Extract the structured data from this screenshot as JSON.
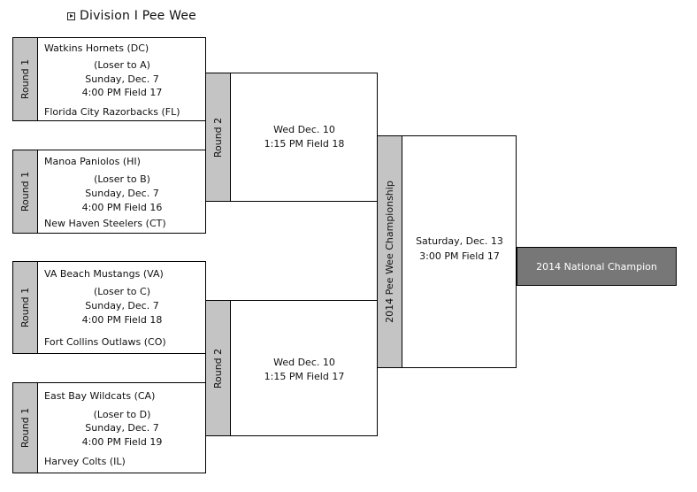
{
  "title": "Division I Pee Wee",
  "round1": {
    "label": "Round 1",
    "games": [
      {
        "team1": "Watkins Hornets (DC)",
        "note": "(Loser to A)",
        "date": "Sunday, Dec. 7",
        "time": "4:00 PM Field 17",
        "team2": "Florida City Razorbacks (FL)"
      },
      {
        "team1": "Manoa Paniolos (HI)",
        "note": "(Loser to B)",
        "date": "Sunday, Dec. 7",
        "time": "4:00 PM Field 16",
        "team2": "New Haven Steelers (CT)"
      },
      {
        "team1": "VA Beach Mustangs (VA)",
        "note": "(Loser to C)",
        "date": "Sunday, Dec. 7",
        "time": "4:00 PM Field 18",
        "team2": "Fort Collins Outlaws (CO)"
      },
      {
        "team1": "East Bay Wildcats (CA)",
        "note": "(Loser to D)",
        "date": "Sunday, Dec. 7",
        "time": "4:00 PM Field 19",
        "team2": "Harvey Colts (IL)"
      }
    ]
  },
  "round2": {
    "label": "Round 2",
    "games": [
      {
        "date": "Wed Dec. 10",
        "time": "1:15 PM Field 18"
      },
      {
        "date": "Wed Dec. 10",
        "time": "1:15 PM Field 17"
      }
    ]
  },
  "championship": {
    "label": "2014 Pee Wee Championship",
    "date": "Saturday, Dec. 13",
    "time": "3:00 PM Field 17"
  },
  "champion": {
    "label": "2014 National Champion"
  }
}
